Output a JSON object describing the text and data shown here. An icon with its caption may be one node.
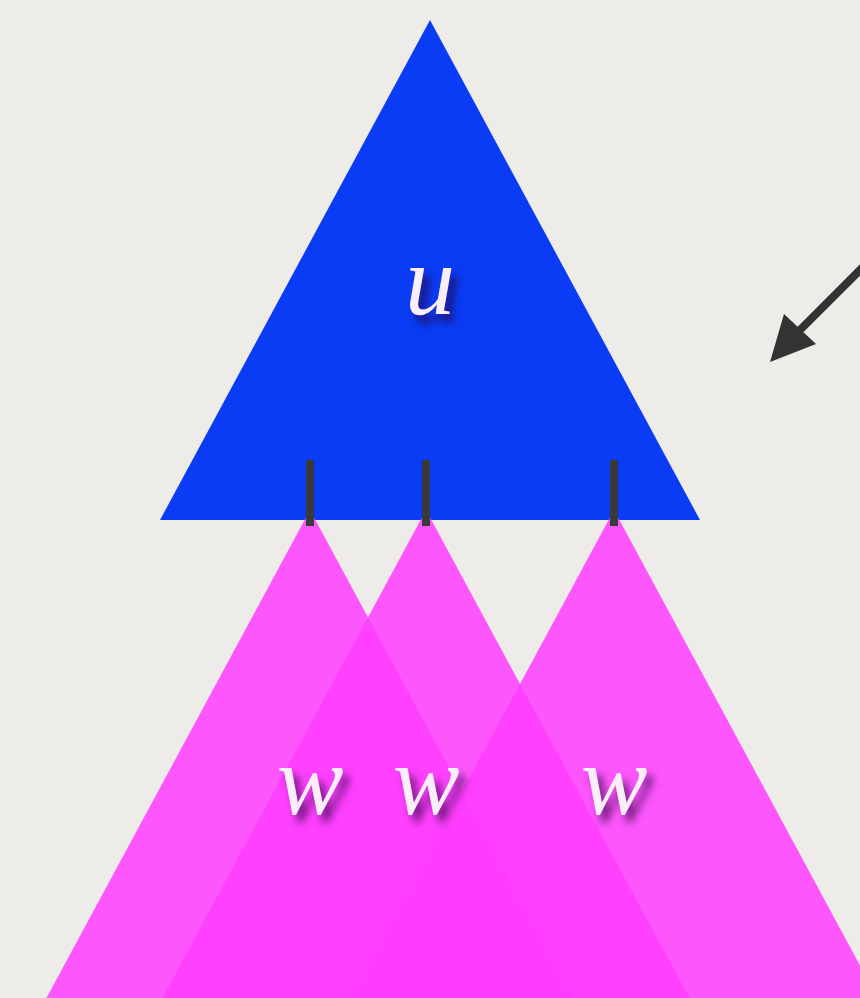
{
  "diagram": {
    "nodes": [
      {
        "text": [
          "u"
        ]
      },
      {
        "text": [
          "w"
        ]
      },
      {
        "text": [
          "w"
        ]
      },
      {
        "text": [
          "w"
        ]
      }
    ],
    "edges": [
      {
        "from": 0,
        "to": 1,
        "arrow": "none"
      },
      {
        "from": 0,
        "to": 2,
        "arrow": "none"
      },
      {
        "from": 0,
        "to": 3,
        "arrow": "none"
      }
    ]
  }
}
